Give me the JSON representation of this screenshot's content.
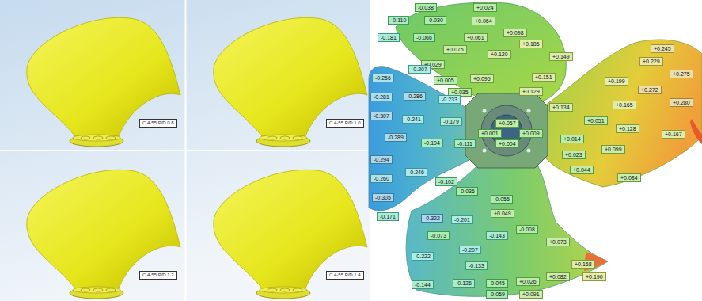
{
  "diagram": {
    "labels": [
      "C 4-55 P/D 0.8",
      "C 4-55 P/D 1.0",
      "C 4-55 P/D 1.2",
      "C 4-55 P/D 1.4",
      "-0.038",
      "+0.024",
      "-0.110",
      "-0.030",
      "+0.064",
      "+0.098",
      "-0.181",
      "-0.066",
      "+0.061",
      "+0.185",
      "+0.075",
      "+0.120",
      "+0.149",
      "+0.029",
      "+0.005",
      "+0.095",
      "+0.151",
      "+0.035",
      "+0.129",
      "+0.245",
      "+0.229",
      "+0.275",
      "+0.199",
      "+0.272",
      "+0.165",
      "+0.280",
      "+0.134",
      "+0.051",
      "+0.128",
      "+0.167",
      "+0.014",
      "+0.099",
      "+0.023",
      "+0.044",
      "+0.084",
      "-0.256",
      "-0.207",
      "-0.281",
      "-0.286",
      "-0.233",
      "-0.307",
      "-0.241",
      "-0.179",
      "-0.289",
      "-0.104",
      "-0.111",
      "-0.294",
      "-0.246",
      "-0.102",
      "-0.036",
      "-0.260",
      "-0.305",
      "-0.171",
      "-0.322",
      "-0.201",
      "-0.055",
      "-0.073",
      "+0.049",
      "-0.143",
      "-0.008",
      "+0.073",
      "-0.207",
      "-0.222",
      "-0.133",
      "+0.158",
      "-0.144",
      "-0.126",
      "-0.045",
      "+0.026",
      "+0.082",
      "+0.190",
      "-0.059",
      "+0.091",
      "+0.057",
      "+0.001",
      "+0.009",
      "+0.004"
    ]
  }
}
